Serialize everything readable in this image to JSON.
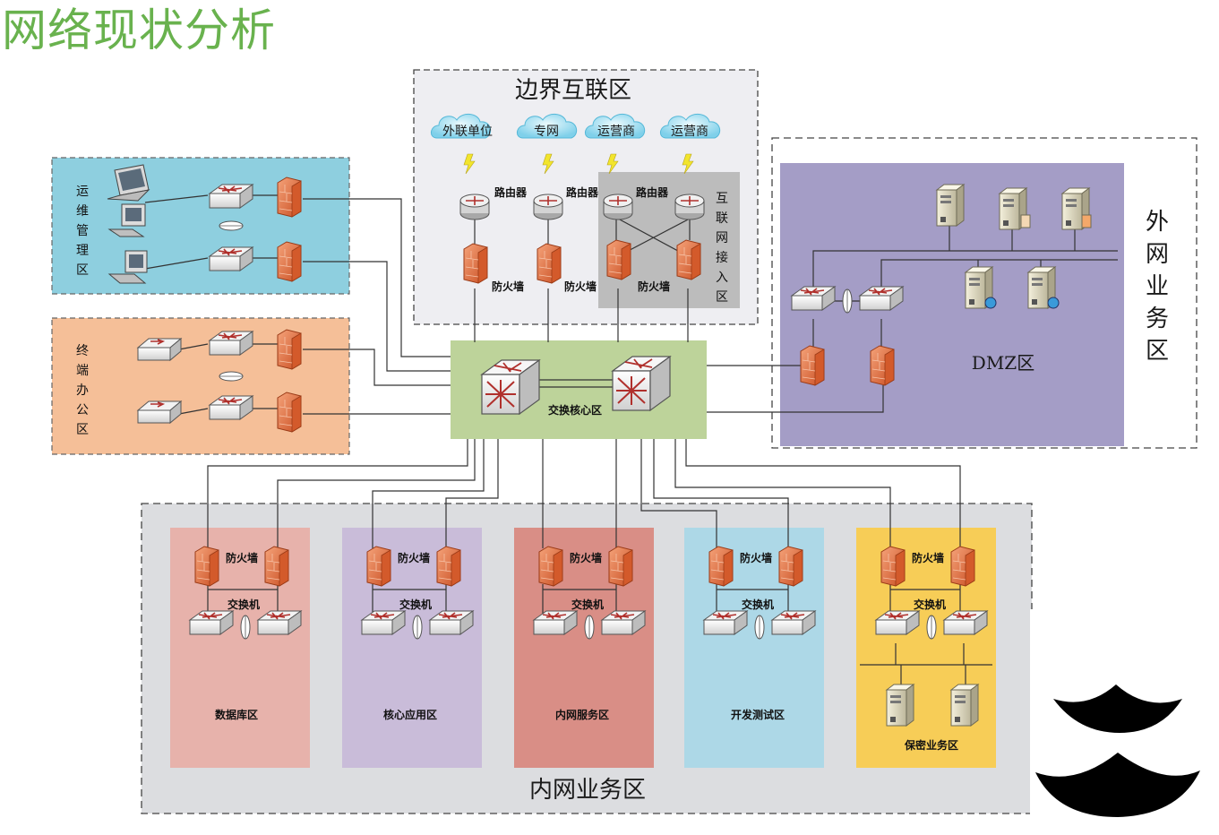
{
  "title": "网络现状分析",
  "zones": {
    "border": {
      "label": "边界互联区",
      "clouds": [
        "外联单位",
        "专网",
        "运营商",
        "运营商"
      ],
      "router_label": "路由器",
      "firewall_label": "防火墙",
      "internet_access": "互联网接入区"
    },
    "ops": {
      "label": "运维管理区"
    },
    "office": {
      "label": "终端办公区"
    },
    "core": {
      "label": "交换核心区"
    },
    "extnet": {
      "label": "外网业务区",
      "dmz_label": "DMZ区"
    },
    "intranet": {
      "label": "内网业务区",
      "firewall_label": "防火墙",
      "switch_label": "交换机",
      "subzones": [
        {
          "label": "数据库区",
          "color": "#e7b2ab"
        },
        {
          "label": "核心应用区",
          "color": "#c9bcd9"
        },
        {
          "label": "内网服务区",
          "color": "#d98e86"
        },
        {
          "label": "开发测试区",
          "color": "#add8e7"
        },
        {
          "label": "保密业务区",
          "color": "#f7cd57"
        }
      ]
    }
  },
  "colors": {
    "title": "#69b24e",
    "ops_bg": "#8ecfdf",
    "office_bg": "#f5bf98",
    "core_bg": "#bdd39a",
    "dmz_bg": "#a49dc6",
    "firewall": "#e2703e"
  }
}
